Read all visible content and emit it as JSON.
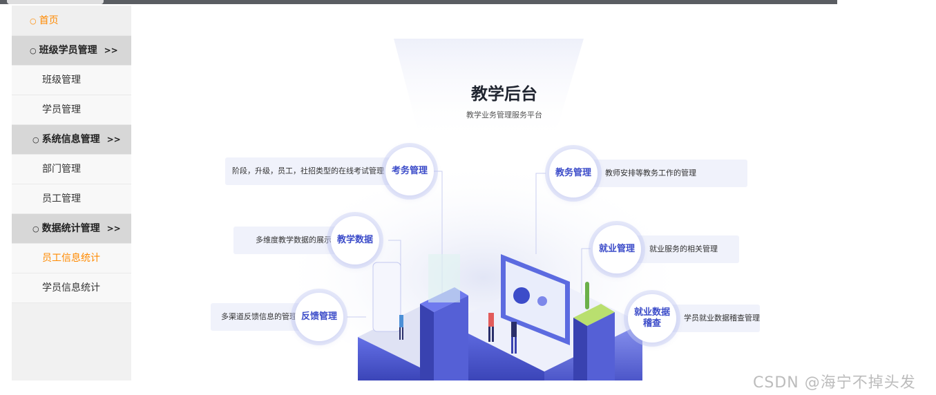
{
  "sidebar": {
    "home": "首页",
    "group1": {
      "label": "班级学员管理",
      "arrow": ">>"
    },
    "item_class": "班级管理",
    "item_student": "学员管理",
    "group2": {
      "label": "系统信息管理",
      "arrow": ">>"
    },
    "item_dept": "部门管理",
    "item_emp": "员工管理",
    "group3": {
      "label": "数据统计管理",
      "arrow": ">>"
    },
    "item_emp_stats": "员工信息统计",
    "item_stu_stats": "学员信息统计"
  },
  "hero": {
    "title": "教学后台",
    "subtitle": "教学业务管理服务平台",
    "features": {
      "exam": {
        "name": "考务管理",
        "desc": "阶段，升级，员工，社招类型的在线考试管理"
      },
      "teaching_data": {
        "name": "教学数据",
        "desc": "多维度教学数据的展示"
      },
      "feedback": {
        "name": "反馈管理",
        "desc": "多渠道反馈信息的管理"
      },
      "academic": {
        "name": "教务管理",
        "desc": "教师安排等教务工作的管理"
      },
      "employment": {
        "name": "就业管理",
        "desc": "就业服务的相关管理"
      },
      "employment_check": {
        "name": "就业数据稽查",
        "desc": "学员就业数据稽查管理"
      }
    }
  },
  "watermark": "CSDN @海宁不掉头发",
  "colors": {
    "accent": "#ff8a00",
    "feature_text": "#3c4cc9"
  }
}
